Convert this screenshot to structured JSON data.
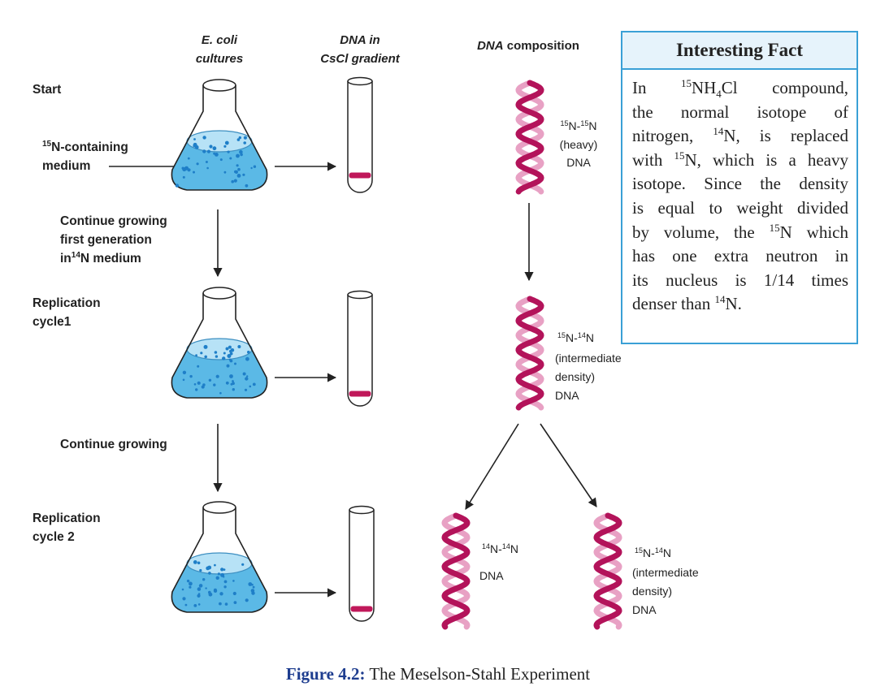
{
  "headers": {
    "cultures": [
      "E. coli",
      "cultures"
    ],
    "gradient": [
      "DNA in",
      "CsCl gradient"
    ],
    "composition_italic": "DNA",
    "composition_rest": " composition"
  },
  "steps": {
    "start": "Start",
    "medium_line1": "-containing",
    "medium_line2": "medium",
    "continue1": [
      "Continue growing",
      "first generation"
    ],
    "continue1_suffix": "N medium",
    "continue1_prefix": "in",
    "cycle1": [
      "Replication",
      "cycle1"
    ],
    "continue2": "Continue growing",
    "cycle2": [
      "Replication",
      "cycle 2"
    ]
  },
  "isotopes": {
    "heavy": "15",
    "light": "14",
    "element": "N"
  },
  "dna_labels": {
    "heavy_lines": [
      "(heavy)",
      "DNA"
    ],
    "intermediate_lines": [
      "(intermediate",
      "density)",
      "DNA"
    ],
    "light_lines": [
      "DNA"
    ]
  },
  "fact": {
    "title": "Interesting Fact",
    "lines": [
      "In {15}NH[4]Cl compound,",
      "the normal isotope of",
      "nitrogen, {14}N, is replaced",
      "with {15}N, which is a heavy",
      "isotope. Since the density",
      "is equal to weight divided",
      "by volume, the {15}N which",
      "has one extra neutron in",
      "its nucleus is 1/14 times",
      "denser than {14}N."
    ]
  },
  "caption": {
    "number": "Figure 4.2:",
    "text": " The Meselson-Stahl Experiment"
  },
  "colors": {
    "liquid": "#5bb9e6",
    "liquid_surface": "#b7e2f6",
    "dots": "#1f7fc8",
    "band": "#c0185a",
    "dna_dark": "#b3135a",
    "dna_light": "#e8a1c4",
    "fact_border": "#3aa0d6",
    "caption_number": "#1e3d8f"
  }
}
